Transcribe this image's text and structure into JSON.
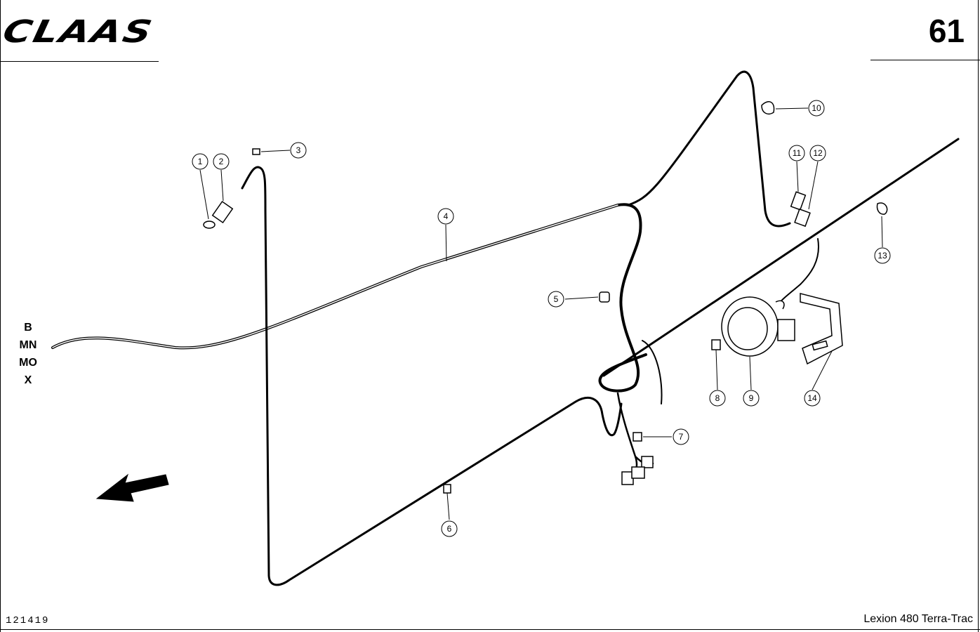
{
  "header": {
    "brand_logo": "CLAAS",
    "page_number": "61"
  },
  "footer": {
    "drawing_number": "121419",
    "model": "Lexion 480 Terra-Trac"
  },
  "side_codes": [
    "B",
    "MN",
    "MO",
    "X"
  ],
  "callouts": [
    "1",
    "2",
    "3",
    "4",
    "5",
    "6",
    "7",
    "8",
    "9",
    "10",
    "11",
    "12",
    "13",
    "14"
  ]
}
